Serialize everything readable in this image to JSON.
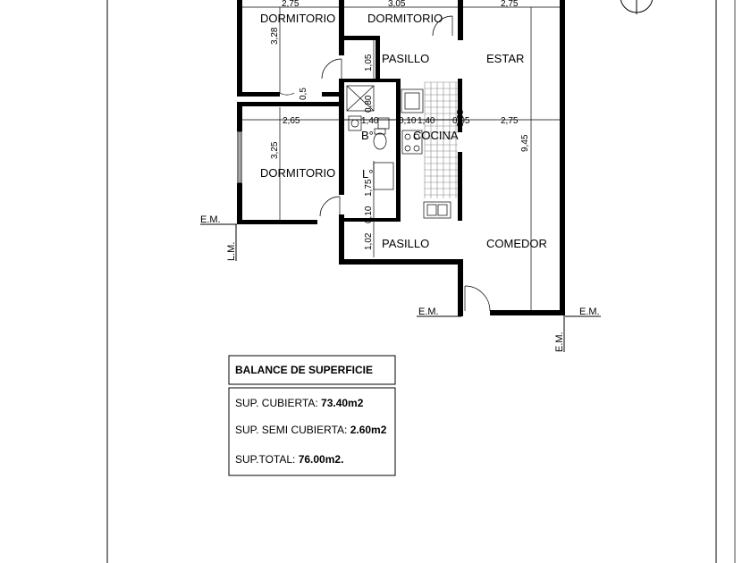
{
  "rooms": {
    "dormitorio_1": "DORMITORIO",
    "dormitorio_2": "DORMITORIO",
    "dormitorio_3": "DORMITORIO",
    "pasillo_1": "PASILLO",
    "pasillo_2": "PASILLO",
    "estar": "ESTAR",
    "cocina": "COCINA",
    "comedor": "COMEDOR",
    "bano": "B°",
    "lavadero": "L°"
  },
  "dimensions": {
    "top_1": "2,75",
    "top_2": "3,05",
    "top_3": "2,75",
    "mid_1": "2,65",
    "mid_2": "1,40",
    "mid_3": "1,40",
    "mid_4": "2,75",
    "v_dorm_1": "3,28",
    "v_dorm_2": "3,25",
    "v_pasillo": "1,05",
    "v_05": "0,5",
    "v_080": "0,80",
    "v_175": "1,75",
    "v_010": "0,10",
    "v_102": "1,02",
    "v_total": "9,45",
    "v_005": "0,05",
    "h_005": "0,05",
    "h_010": "0,10"
  },
  "marks": {
    "em_left": "E.M.",
    "em_bottom_mid": "E.M.",
    "em_bottom_right": "E.M.",
    "em_vertical": "E.M.",
    "lm_vertical": "L.M."
  },
  "balance": {
    "title": "BALANCE DE SUPERFICIE",
    "rows": [
      {
        "label": "SUP. CUBIERTA: ",
        "value": "73.40m2"
      },
      {
        "label": "SUP. SEMI CUBIERTA: ",
        "value": "2.60m2"
      },
      {
        "label": "SUP.TOTAL: ",
        "value": "76.00m2."
      }
    ]
  }
}
